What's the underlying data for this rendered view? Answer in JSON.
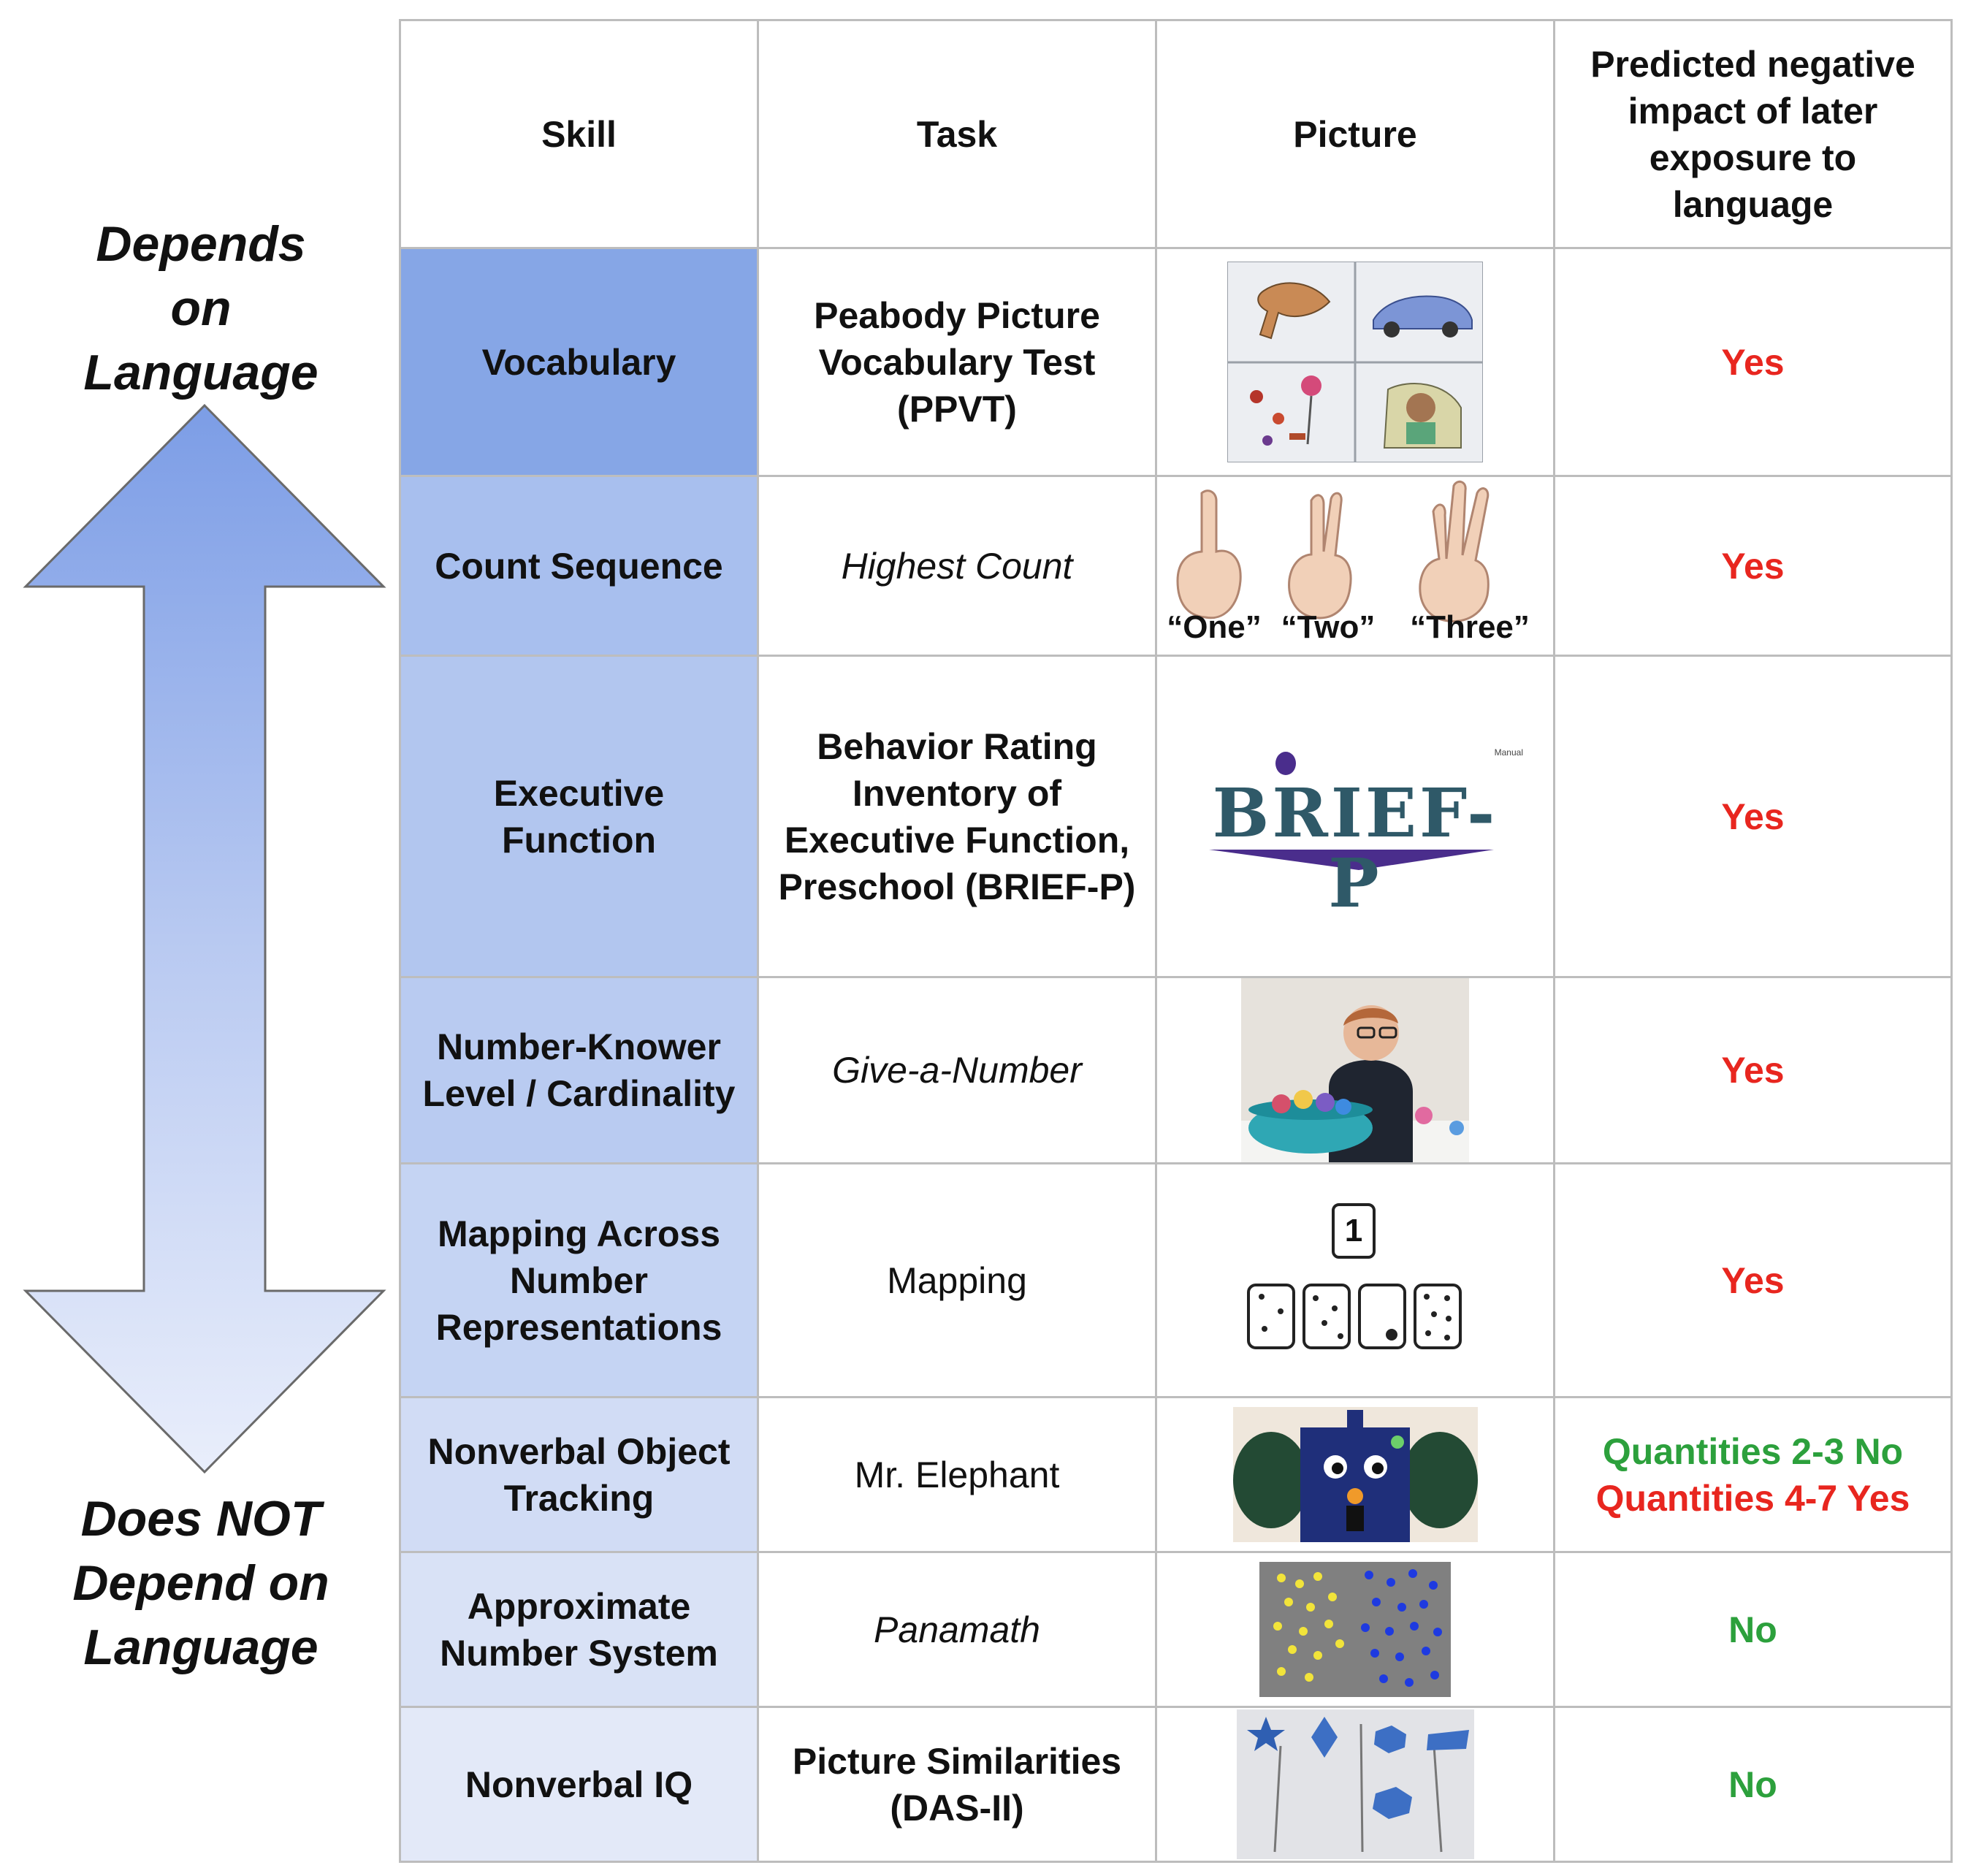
{
  "axis": {
    "top_label": [
      "Depends",
      "on",
      "Language"
    ],
    "bottom_label": [
      "Does NOT",
      "Depend on",
      "Language"
    ]
  },
  "headers": {
    "skill": "Skill",
    "task": "Task",
    "picture": "Picture",
    "impact": "Predicted negative impact of later exposure to language"
  },
  "rows": [
    {
      "skill": "Vocabulary",
      "task": "Peabody Picture Vocabulary Test (PPVT)",
      "task_style": "bold",
      "impact": [
        {
          "text": "Yes",
          "color": "yes"
        }
      ],
      "skill_bg": "#86a6e6",
      "picture": "ppvt-picture-grid"
    },
    {
      "skill": "Count Sequence",
      "task": "Highest Count",
      "task_style": "italic",
      "impact": [
        {
          "text": "Yes",
          "color": "yes"
        }
      ],
      "skill_bg": "#a8bfee",
      "picture": "counting-hands",
      "captions": [
        "“One”",
        "“Two”",
        "“Three”"
      ]
    },
    {
      "skill": "Executive Function",
      "task": "Behavior Rating Inventory of Executive Function, Preschool (BRIEF-P)",
      "task_style": "bold",
      "impact": [
        {
          "text": "Yes",
          "color": "yes"
        }
      ],
      "skill_bg": "#b2c6ef",
      "picture": "brief-p-logo",
      "logo_text": "BRIEF-P",
      "logo_small": "Manual"
    },
    {
      "skill": "Number-Knower Level / Cardinality",
      "task": "Give-a-Number",
      "task_style": "italic",
      "impact": [
        {
          "text": "Yes",
          "color": "yes"
        }
      ],
      "skill_bg": "#b9cbf1",
      "picture": "child-with-bowl-photo"
    },
    {
      "skill": "Mapping Across Number Representations",
      "task": "Mapping",
      "task_style": "plain",
      "impact": [
        {
          "text": "Yes",
          "color": "yes"
        }
      ],
      "skill_bg": "#c5d4f3",
      "picture": "number-mapping-cards",
      "card_number": "1"
    },
    {
      "skill": "Nonverbal Object Tracking",
      "task": "Mr. Elephant",
      "task_style": "plain",
      "impact": [
        {
          "text": "Quantities 2-3 No",
          "color": "no"
        },
        {
          "text": "Quantities 4-7 Yes",
          "color": "yes"
        }
      ],
      "skill_bg": "#d1dcf5",
      "picture": "mr-elephant-box"
    },
    {
      "skill": "Approximate Number System",
      "task": "Panamath",
      "task_style": "italic",
      "impact": [
        {
          "text": "No",
          "color": "no"
        }
      ],
      "skill_bg": "#d9e2f6",
      "picture": "panamath-dots"
    },
    {
      "skill": "Nonverbal IQ",
      "task": "Picture Similarities (DAS-II)",
      "task_style": "bold",
      "impact": [
        {
          "text": "No",
          "color": "no"
        }
      ],
      "skill_bg": "#e3e9f8",
      "picture": "shape-similarity-cards"
    }
  ]
}
